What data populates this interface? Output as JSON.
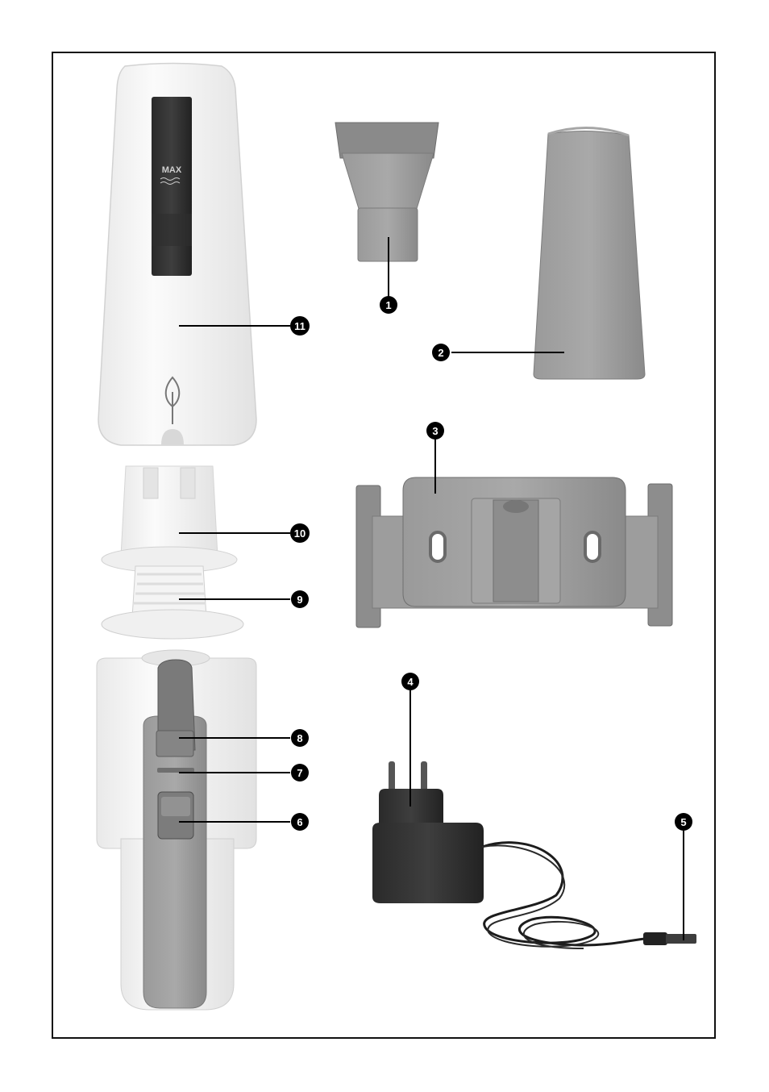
{
  "diagram": {
    "max_marking": "MAX",
    "callouts": [
      {
        "id": "callout-1",
        "label": "1"
      },
      {
        "id": "callout-2",
        "label": "2"
      },
      {
        "id": "callout-3",
        "label": "3"
      },
      {
        "id": "callout-4",
        "label": "4"
      },
      {
        "id": "callout-5",
        "label": "5"
      },
      {
        "id": "callout-6",
        "label": "6"
      },
      {
        "id": "callout-7",
        "label": "7"
      },
      {
        "id": "callout-8",
        "label": "8"
      },
      {
        "id": "callout-9",
        "label": "9"
      },
      {
        "id": "callout-10",
        "label": "10"
      },
      {
        "id": "callout-11",
        "label": "11"
      }
    ]
  },
  "colors": {
    "white_part": "#f2f2f2",
    "white_shadow": "#dcdcdc",
    "gray_part": "#8f8f8f",
    "gray_dark": "#6c6c6c",
    "window": "#3a3a3a",
    "adapter": "#1a1a1a",
    "callout": "#000000"
  }
}
